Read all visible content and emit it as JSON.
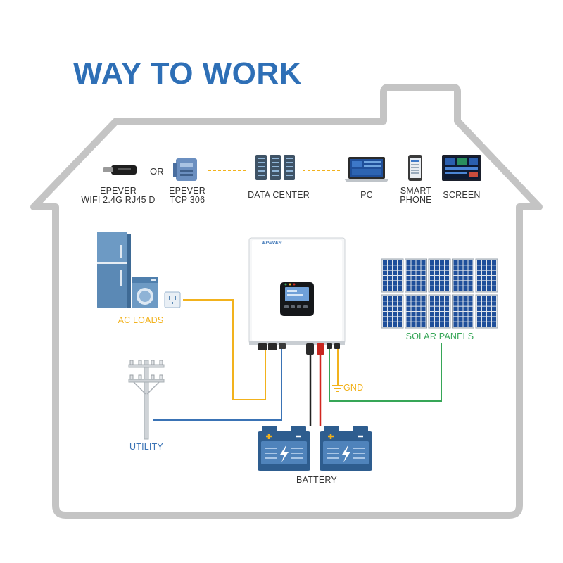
{
  "title": "WAY TO WORK",
  "colors": {
    "title": "#2e6fb6",
    "house_outline": "#c4c4c4",
    "ac_wire": "#f2b21d",
    "utility_wire": "#3a73b5",
    "solar_wire": "#36a657",
    "gnd_wire": "#f2b21d",
    "battery_positive": "#d1261f",
    "battery_negative": "#222222",
    "comm_dashes": "#f2b21d",
    "label_text": "#333333",
    "battery_body": "#2e5d8f",
    "solar_cell": "#1f4f9a"
  },
  "communication": {
    "wifi_label_line1": "EPEVER",
    "wifi_label_line2": "WIFI 2.4G RJ45 D",
    "or_label": "OR",
    "tcp_label_line1": "EPEVER",
    "tcp_label_line2": "TCP 306",
    "data_center_label": "DATA CENTER",
    "pc_label": "PC",
    "phone_label_line1": "SMART",
    "phone_label_line2": "PHONE",
    "screen_label": "SCREEN"
  },
  "inverter": {
    "brand": "EPEVER"
  },
  "components": {
    "ac_loads_label": "AC LOADS",
    "solar_panels_label": "SOLAR PANELS",
    "gnd_label": "GND",
    "utility_label": "UTILITY",
    "battery_label": "BATTERY"
  }
}
